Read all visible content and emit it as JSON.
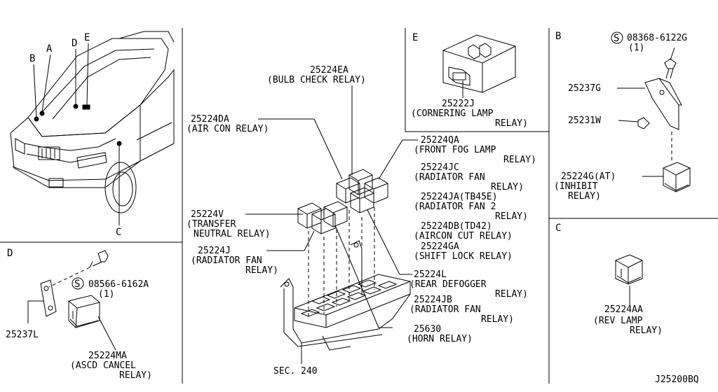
{
  "panels": {
    "D": "D",
    "E": "E",
    "B": "B",
    "C": "C"
  },
  "vehicle_callouts": {
    "a": "A",
    "b": "B",
    "c": "C",
    "d": "D",
    "e": "E"
  },
  "panel_d": {
    "screw_symbol": "S",
    "screw_part": "08566-6162A",
    "screw_qty": "(1)",
    "bracket_part": "25237L",
    "relay_part": "25224MA",
    "relay_name_1": "(ASCD CANCEL",
    "relay_name_2": "RELAY)"
  },
  "center": {
    "p_25224EA": "25224EA",
    "n_25224EA": "(BULB CHECK RELAY)",
    "p_25224DA": "25224DA",
    "n_25224DA": "(AIR CON RELAY)",
    "p_25224QA": "25224QA",
    "n_25224QA_1": "(FRONT FOG LAMP",
    "n_25224QA_2": "RELAY)",
    "p_25224JC": "25224JC",
    "n_25224JC_1": "(RADIATOR FAN",
    "n_25224JC_2": "RELAY)",
    "p_25224JA": "25224JA(TB45E)",
    "n_25224JA_1": "(RADIATOR FAN 2",
    "n_25224JA_2": "RELAY)",
    "p_25224DB": "25224DB(TD42)",
    "n_25224DB": "(AIRCON CUT RELAY)",
    "p_25224GA": "25224GA",
    "n_25224GA": "(SHIFT LOCK RELAY)",
    "p_25224V": "25224V",
    "n_25224V_1": "(TRANSFER",
    "n_25224V_2": "NEUTRAL RELAY)",
    "p_25224J": "25224J",
    "n_25224J_1": "(RADIATOR FAN",
    "n_25224J_2": "RELAY)",
    "p_25224L": "25224L",
    "n_25224L_1": "(REAR DEFOGGER",
    "n_25224L_2": "RELAY)",
    "p_25224JB": "25224JB",
    "n_25224JB_1": "(RADIATOR FAN",
    "n_25224JB_2": "RELAY)",
    "p_25630": "25630",
    "n_25630": "(HORN RELAY)",
    "sec": "SEC. 240"
  },
  "panel_e": {
    "part": "25222J",
    "name_1": "(CORNERING LAMP",
    "name_2": "RELAY)"
  },
  "panel_b": {
    "screw_symbol": "S",
    "screw_part": "08368-6122G",
    "screw_qty": "(1)",
    "bracket_part": "25237G",
    "clip_part": "25231W",
    "relay_part": "25224G(AT)",
    "relay_name_1": "(INHIBIT",
    "relay_name_2": "RELAY)"
  },
  "panel_c": {
    "part": "25224AA",
    "name_1": "(REV LAMP",
    "name_2": "RELAY)"
  },
  "diagram_code": "J25200BQ"
}
